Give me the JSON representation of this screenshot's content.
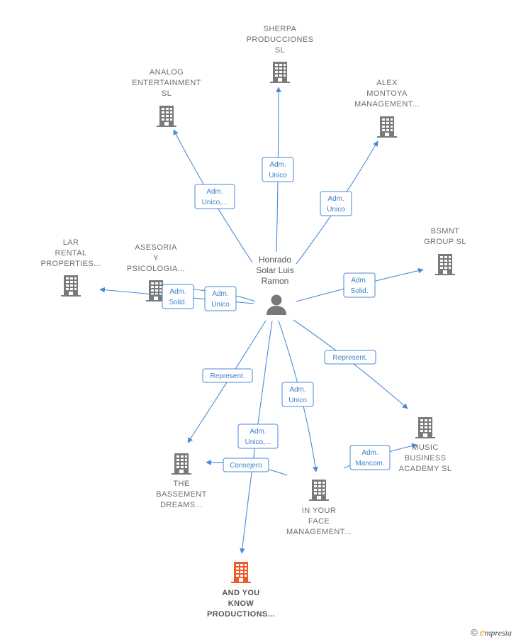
{
  "colors": {
    "edge": "#4a8ad8",
    "edge_text": "#3d7ec9",
    "building": "#7a7a7a",
    "building_highlight": "#ee5a2a",
    "person": "#777777"
  },
  "person": {
    "lines": [
      "Honrado",
      "Solar Luis",
      "Ramon"
    ],
    "icon": "person-icon"
  },
  "companies": [
    {
      "id": "sherpa",
      "lines": [
        "SHERPA",
        "PRODUCCIONES",
        "SL"
      ],
      "highlight": false
    },
    {
      "id": "analog",
      "lines": [
        "ANALOG",
        "ENTERTAINMENT",
        "SL"
      ],
      "highlight": false
    },
    {
      "id": "alex",
      "lines": [
        "ALEX",
        "MONTOYA",
        "MANAGEMENT..."
      ],
      "highlight": false
    },
    {
      "id": "lar",
      "lines": [
        "LAR",
        "RENTAL",
        "PROPERTIES..."
      ],
      "highlight": false
    },
    {
      "id": "asesoria",
      "lines": [
        "ASESORIA",
        "Y",
        "PSICOLOGIA..."
      ],
      "highlight": false
    },
    {
      "id": "bsmnt",
      "lines": [
        "BSMNT",
        "GROUP  SL"
      ],
      "highlight": false
    },
    {
      "id": "music",
      "lines": [
        "MUSIC",
        "BUSINESS",
        "ACADEMY  SL"
      ],
      "highlight": false
    },
    {
      "id": "bassement",
      "lines": [
        "THE",
        "BASSEMENT",
        "DREAMS..."
      ],
      "highlight": false
    },
    {
      "id": "inyourface",
      "lines": [
        "IN YOUR",
        "FACE",
        "MANAGEMENT..."
      ],
      "highlight": false
    },
    {
      "id": "andyou",
      "lines": [
        "AND YOU",
        "KNOW",
        "PRODUCTIONS..."
      ],
      "highlight": true
    }
  ],
  "edges": [
    {
      "id": "e-sherpa",
      "lines": [
        "Adm.",
        "Unico"
      ]
    },
    {
      "id": "e-analog",
      "lines": [
        "Adm.",
        "Unico,..."
      ]
    },
    {
      "id": "e-alex",
      "lines": [
        "Adm.",
        "Unico"
      ]
    },
    {
      "id": "e-lar",
      "lines": [
        "Adm.",
        "Solid."
      ]
    },
    {
      "id": "e-asesoria",
      "lines": [
        "Adm.",
        "Unico"
      ]
    },
    {
      "id": "e-bsmnt",
      "lines": [
        "Adm.",
        "Solid."
      ]
    },
    {
      "id": "e-music",
      "lines": [
        "Represent."
      ]
    },
    {
      "id": "e-bassement",
      "lines": [
        "Represent."
      ]
    },
    {
      "id": "e-inyourface",
      "lines": [
        "Adm.",
        "Unico"
      ]
    },
    {
      "id": "e-andyou",
      "lines": [
        "Adm.",
        "Unico,..."
      ]
    },
    {
      "id": "e-iyf-bassement",
      "lines": [
        "Consejero"
      ]
    },
    {
      "id": "e-iyf-music",
      "lines": [
        "Adm.",
        "Mancom."
      ]
    }
  ],
  "brand": {
    "copyright": "©",
    "initial": "e",
    "rest": "mpresia"
  }
}
